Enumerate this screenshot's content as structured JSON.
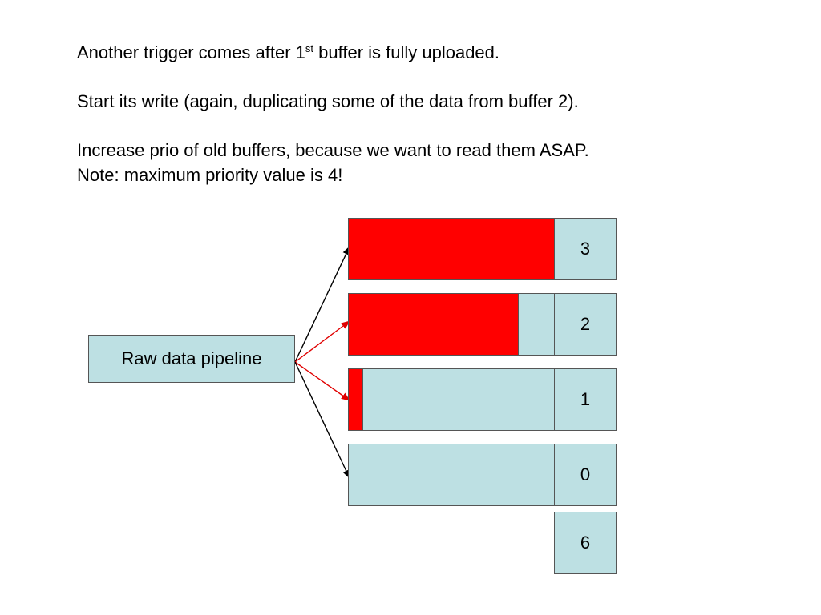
{
  "text": {
    "line1_before": "Another trigger comes after 1",
    "line1_sup": "st",
    "line1_after": " buffer is fully uploaded.",
    "line2": "Start its write (again, duplicating some of the data from buffer 2).",
    "line3": "Increase prio of old buffers, because we want to read them ASAP.",
    "line4": "Note: maximum priority value is 4!"
  },
  "pipeline": {
    "label": "Raw data pipeline"
  },
  "colors": {
    "filled": "#ff0000",
    "empty": "#bde0e3",
    "arrow_active": "#e00000",
    "arrow_inactive": "#000000"
  },
  "buffers": [
    {
      "id": "buf3",
      "fill_fraction": 1.0,
      "priority": "3",
      "arrow": "inactive"
    },
    {
      "id": "buf2",
      "fill_fraction": 0.83,
      "priority": "2",
      "arrow": "active"
    },
    {
      "id": "buf1",
      "fill_fraction": 0.07,
      "priority": "1",
      "arrow": "active"
    },
    {
      "id": "buf0",
      "fill_fraction": 0.0,
      "priority": "0",
      "arrow": "inactive"
    }
  ],
  "extra_priority": "6"
}
